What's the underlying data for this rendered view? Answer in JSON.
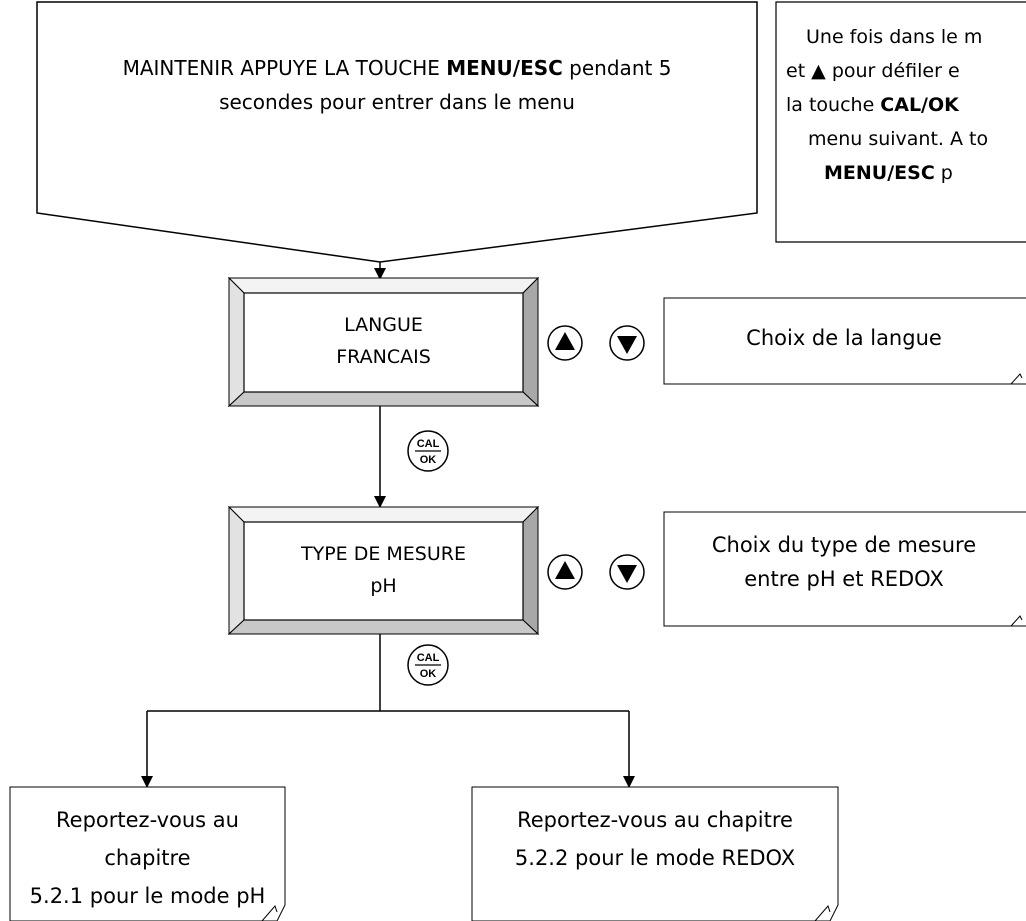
{
  "intro_callout": {
    "line1_prefix": "MAINTENIR APPUYE LA TOUCHE ",
    "line1_bold": "MENU/ESC",
    "line1_suffix": " pendant 5",
    "line2": "secondes pour entrer dans le menu"
  },
  "help_note": {
    "line1": "Une fois dans le m",
    "line2": "et ▲ pour défiler e",
    "line3_prefix": "la touche ",
    "line3_bold": "CAL/OK",
    "line4": "menu suivant. A to",
    "line5_bold": "MENU/ESC",
    "line5_suffix": " p"
  },
  "step_language": {
    "title": "LANGUE",
    "value": "FRANCAIS",
    "note": "Choix de la langue"
  },
  "step_measure": {
    "title": "TYPE DE MESURE",
    "value": "pH",
    "note_line1": "Choix du type de mesure",
    "note_line2": "entre pH et REDOX"
  },
  "outcome_ph": {
    "line1": "Reportez-vous au chapitre",
    "line2": "5.2.1 pour le mode pH"
  },
  "outcome_redox": {
    "line1": "Reportez-vous au chapitre",
    "line2": "5.2.2 pour le mode REDOX"
  },
  "ok_button": {
    "top": "CAL",
    "bottom": "OK"
  },
  "colors": {
    "line": "#000000",
    "bevel_top": "#f3f3f3",
    "bevel_left": "#e2e2e2",
    "bevel_right": "#a8a8a8",
    "bevel_bottom": "#c8c8c8",
    "box_face": "#ffffff"
  }
}
